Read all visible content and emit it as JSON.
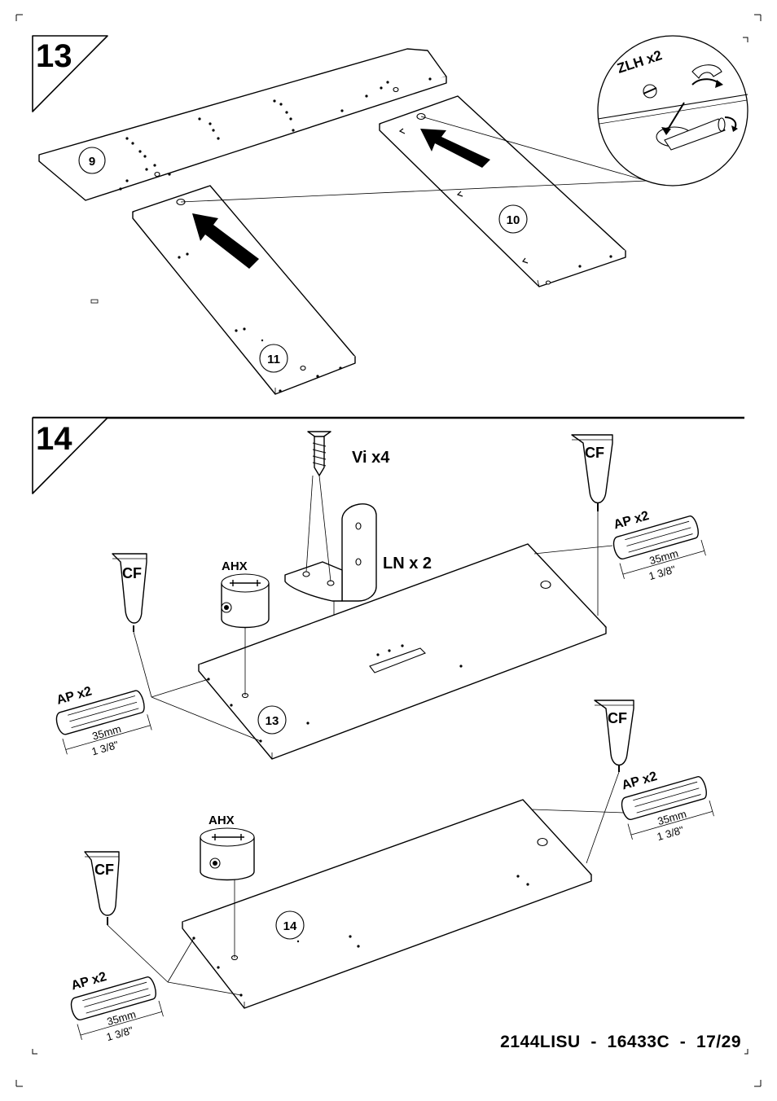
{
  "steps": [
    {
      "number": "13",
      "parts": [
        "9",
        "10",
        "11"
      ],
      "hardware": [
        {
          "code": "ZLH",
          "qty": "x2"
        }
      ]
    },
    {
      "number": "14",
      "parts": [
        "13",
        "14"
      ],
      "hardware": [
        {
          "code": "Vi",
          "qty": "x4"
        },
        {
          "code": "LN",
          "qty": "x 2"
        },
        {
          "code": "CF"
        },
        {
          "code": "AHX"
        },
        {
          "code": "AP",
          "qty": "x2",
          "length_mm": "35mm",
          "length_in": "1 3/8\""
        }
      ]
    }
  ],
  "footer": {
    "model": "2144LISU",
    "ref": "16433C",
    "page": "17/29",
    "text": "2144LISU  -  16433C  -  17/29"
  }
}
